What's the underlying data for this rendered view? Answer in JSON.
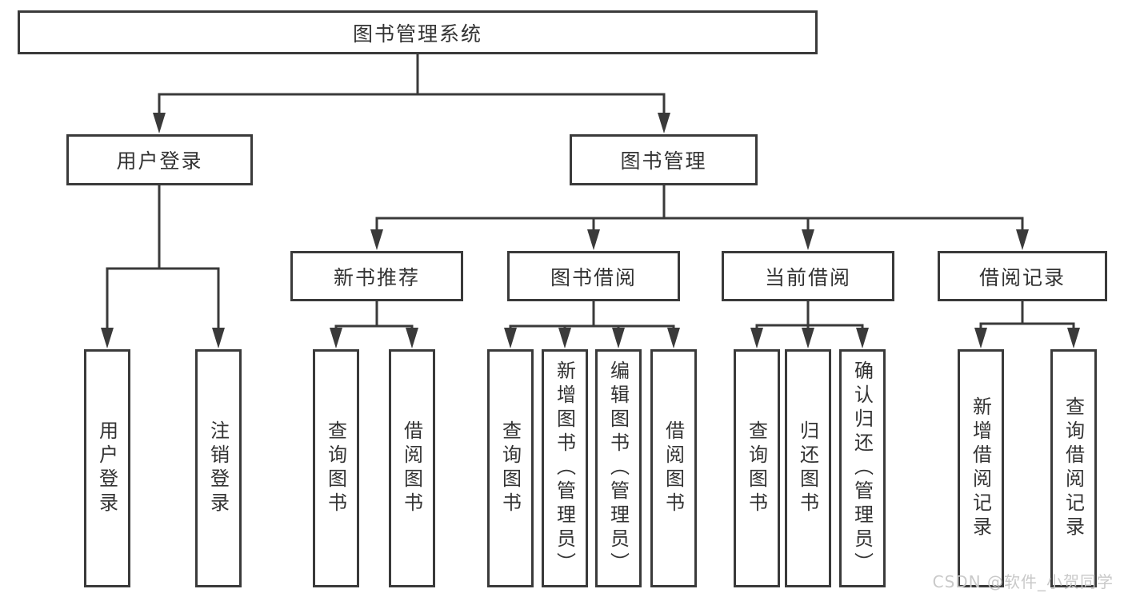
{
  "colors": {
    "line": "#3a3a3a",
    "text": "#333333",
    "watermark": "#c9c9c9",
    "background": "#ffffff"
  },
  "tree": {
    "root": "图书管理系统",
    "children": [
      {
        "label": "用户登录",
        "children": [
          "用户登录",
          "注销登录"
        ]
      },
      {
        "label": "图书管理",
        "children": [
          {
            "label": "新书推荐",
            "children": [
              "查询图书",
              "借阅图书"
            ]
          },
          {
            "label": "图书借阅",
            "children": [
              "查询图书",
              "新增图书（管理员）",
              "编辑图书（管理员）",
              "借阅图书"
            ]
          },
          {
            "label": "当前借阅",
            "children": [
              "查询图书",
              "归还图书",
              "确认归还（管理员）"
            ]
          },
          {
            "label": "借阅记录",
            "children": [
              "新增借阅记录",
              "查询借阅记录"
            ]
          }
        ]
      }
    ]
  },
  "watermark": "CSDN @软件_小贺同学"
}
